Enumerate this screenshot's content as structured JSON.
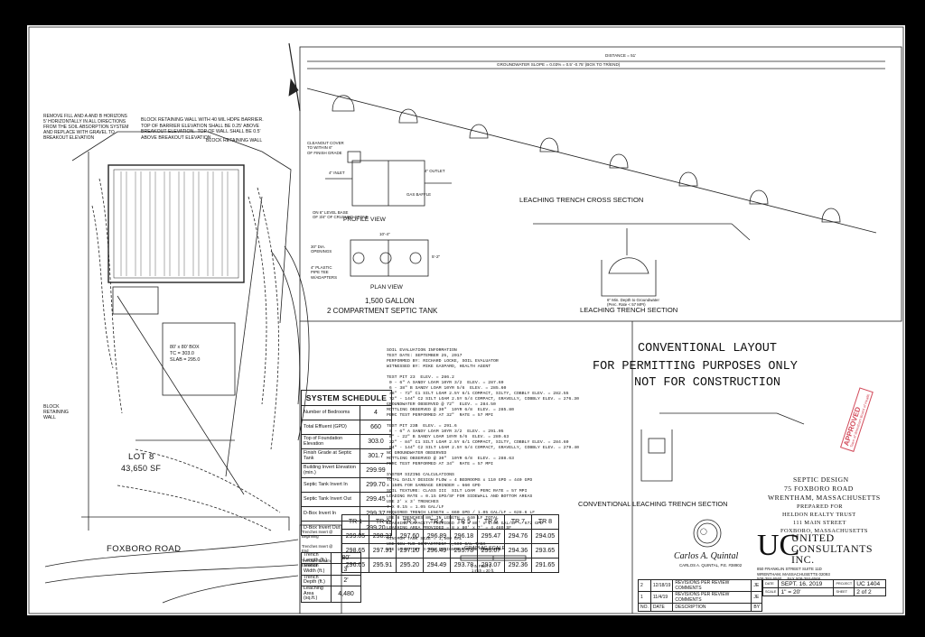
{
  "title": {
    "line1": "CONVENTIONAL LAYOUT",
    "line2": "FOR PERMITTING PURPOSES ONLY",
    "line3": "NOT FOR CONSTRUCTION"
  },
  "labels": {
    "leaching_cross_section": "LEACHING TRENCH CROSS SECTION",
    "leaching_section": "LEACHING TRENCH SECTION",
    "profile_view": "PROFILE VIEW",
    "plan_view": "PLAN VIEW",
    "tank_capacity": "1,500 GALLON",
    "tank_type": "2 COMPARTMENT SEPTIC TANK",
    "conv_leaching_section": "CONVENTIONAL LEACHING TRENCH SECTION",
    "graphic_scale": "GRAPHIC SCALE",
    "lot_name": "LOT 8",
    "lot_area": "43,650 SF",
    "road_name": "FOXBORO ROAD",
    "block_wall": "BLOCK RETAINING WALL",
    "block_wall_left": "BLOCK\nRETAINING\nWALL",
    "house_box": "80' x 80' BOX\nTC = 303.0\nSLAB = 295.0",
    "wall_note": "BLOCK RETAINING WALL WITH 40 MIL HDPE BARRIER.\nTOP OF BARRIER ELEVATION SHALL BE 0.25' ABOVE\nBREAKOUT ELEVATION.  TOP OF WALL SHALL BE 0.5'\nABOVE BREAKOUT ELEVATION.",
    "fill_note": "REMOVE FILL AND A AND B HORIZONS\n5' HORIZONTALLY IN ALL DIRECTIONS\nFROM THE SOIL ABSORPTION SYSTEM\nAND REPLACE WITH GRAVEL TO\nBREAKOUT ELEVATION",
    "cleanout": "CLEANOUT COVER\nTO WITHIN 6\"\nOF FINISH GRADE",
    "outlet": "4\" OUTLET",
    "inlet": "4\" INLET",
    "gas_baffle": "GAS BAFFLE",
    "stone": "ON 6\" LEVEL BASE\nOF 3/4\" OF CRUSHED STONE",
    "manhole": "30\" DIA.\nOPENINGS",
    "plastic_tee": "4\" PLASTIC\nPIPE TEE\nW/ADAPTERS",
    "dim_104": "10'-4\"",
    "dim_52": "5'-2\"",
    "leaching_note": "6\" Min. Depth to Groundwater\n(Perc. Rate < 57 MPI)",
    "gw_slope": "GROUNDWATER SLOPE = 0.03%  = 0.5' -0.75' (BOX TO TR/END)",
    "distance": "DISTANCE = 51'"
  },
  "soil_evaluation": "SOIL EVALUATION INFORMATION\nTEST DATE: SEPTEMBER 25, 2017\nPERFORMED BY: RICHARD LOCKE, SOIL EVALUATOR\nWITNESSED BY: MIKE GASPARD, HEALTH AGENT\n\nTEST PIT 23  ELEV. = 286.2\n 0 - 6\" A SANDY LOAM 10YR 3/2  ELEV. = 287.69\n 6 - 38\" B SANDY LOAM 10YR 5/6  ELEV. = 285.60\n 38\" - 72\" C1 SILT LOAM 2.5Y 6/1 COMPACT, SILTY, COBBLY ELEV. = 282.55\n 72\" - 144\" C2 SILT LOAM 2.5Y 5/4 COMPACT, GRAVELLY, COBBLY ELEV. = 276.30\nGROUNDWATER OBSERVED @ 72\"  ELEV. = 284.50\nMOTTLING OBSERVED @ 30\"  10YR 6/8  ELEV. = 285.80\nPERC TEST PERFORMED AT 32\"  RATE = 57 MPI\n\nTEST PIT 23B  ELEV. = 291.6\n 0 - 6\" A SANDY LOAM 10YR 3/2  ELEV. = 291.05\n 6\" - 22\" B SANDY LOAM 10YR 5/6  ELEV. = 289.63\n 22\" - 84\" C1 SILT LOAM 2.5Y 6/1 COMPACT, SILTY, COBBLY ELEV. = 284.60\n 84\" - 144\" C2 SILT LOAM 2.5Y 5/4 COMPACT, GRAVELLY, COBBLY ELEV. = 279.40\nNO GROUNDWATER OBSERVED\nMOTTLING OBSERVED @ 30\"  10YR 6/8  ELEV. = 288.63\nPERC TEST PERFORMED AT 34\"  RATE = 57 MPI\n\nSYSTEM SIZING CALCULATIONS\nTOTAL DAILY DESIGN FLOW = 4 BEDROOMS x 110 GPD = 440 GPD\nx 150% FOR GARBAGE GRINDER = 660 GPD\nSOIL TEXTURE: CLASS III  SILT LOAM  PERC RATE = 57 MPI\nLOADING RATE = 0.15 GPD/SF FOR SIDEWALL AND BOTTOM AREAS\nUSE 2' x 3' TRENCHES\n7 X 0.15 = 1.05 GAL/LF\nREQUIRED TRENCH LENGTH = 660 GPD / 1.05 GAL/LF = 628.6 LF\nUSE 8 TRENCHES 80' IN LENGTH = 640 LF TOTAL\nLEACHING CAPACITY PROVIDED = 8 x 80' x 1.05 GAL/LF = 672 GPD\nLEACHING AREA PROVIDED = 8 x 80' x 7' = 4,480 SF\n\nMINIMUM TANK SIZE = 1,500 GAL\nUSE NEW TWO-COMPARTMENT 1,500 GAL TANK\nUSE 10 OUTLET D-BOX DESIGNED FOR 10 LEACHING",
  "system_schedule": {
    "header": "SYSTEM SCHEDULE",
    "rows": [
      {
        "label": "Number of Bedrooms",
        "value": "4"
      },
      {
        "label": "Total Effluent (GPD)",
        "value": "660"
      },
      {
        "label": "Top of Foundation Elevation",
        "value": "303.0"
      },
      {
        "label": "Finish Grade at Septic Tank",
        "value": "301.7"
      },
      {
        "label": "Building Invert Elevation (min.)",
        "value": "299.99"
      },
      {
        "label": "Septic Tank Invert In",
        "value": "299.70"
      },
      {
        "label": "Septic Tank Invert Out",
        "value": "299.45"
      },
      {
        "label": "D-Box Invert In",
        "value": "299.37"
      },
      {
        "label": "D-Box Invert Out",
        "value": "299.20"
      }
    ],
    "lower": [
      {
        "label": "Trench Length (ft.)",
        "value": "80'"
      },
      {
        "label": "Trench Width (ft.)",
        "value": "3'"
      },
      {
        "label": "Trench Depth (ft.)",
        "value": "2'"
      },
      {
        "label": "Leaching Area (sq.ft.)",
        "value": "4,480"
      }
    ]
  },
  "trench_table": {
    "headers": [
      "TR 1",
      "TR 2",
      "TR 3",
      "TR 4",
      "TR 5",
      "TR 6",
      "TR 7",
      "TR 8"
    ],
    "rows": [
      {
        "label": "Trenches Invert @ Beginning",
        "values": [
          "299.05",
          "298.31",
          "297.60",
          "296.89",
          "296.18",
          "295.47",
          "294.76",
          "294.05"
        ]
      },
      {
        "label": "Trenches Invert @ End",
        "values": [
          "298.65",
          "297.91",
          "297.20",
          "296.49",
          "295.78",
          "295.07",
          "294.36",
          "293.65"
        ]
      },
      {
        "label": "Trenches Bottom Elevation",
        "values": [
          "296.65",
          "295.91",
          "295.20",
          "294.49",
          "293.78",
          "293.07",
          "292.36",
          "291.65"
        ]
      }
    ]
  },
  "septic_design": {
    "line1": "SEPTIC DESIGN",
    "line2": "75 FOXBORO ROAD",
    "line3": "WRENTHAM, MASSACHUSETTS",
    "line4": "PREPARED FOR",
    "line5": "HELDON REALTY TRUST",
    "line6": "111 MAIN STREET",
    "line7": "FOXBORO, MASSACHUSETTS"
  },
  "company": {
    "name1": "UNITED",
    "name2": "CONSULTANTS",
    "name3": "INC.",
    "address": "850 FRANKLIN STREET SUITE 11D\nWRENTHAM, MASSACHUSETTS 02093\n508-384-6560     FAX 508-384-6566",
    "signer": "CARLOS A. QUINTAL, P.E. #38902"
  },
  "title_block": {
    "date": "SEPT. 16, 2019",
    "scale": "1\" = 20'",
    "project": "UC 1404",
    "sheet": "2 of 2",
    "revisions": [
      {
        "no": "2",
        "date": "12/18/19",
        "desc": "REVISIONS PER REVIEW COMMENTS",
        "by": "JE"
      },
      {
        "no": "1",
        "date": "11/4/19",
        "desc": "REVISIONS PER REVIEW COMMENTS",
        "by": "JE"
      },
      {
        "no": "NO.",
        "date": "DATE",
        "desc": "DESCRIPTION",
        "by": "BY"
      }
    ],
    "date_label": "DATE",
    "scale_label": "SCALE",
    "project_label": "PROJECT",
    "sheet_label": "SHEET"
  },
  "stamp": {
    "line1": "APPROVED",
    "line2": "Town of Wrentham Board of Health"
  },
  "scale_bar": {
    "note": "( IN FEET )\n1 inch = 20 ft."
  },
  "colors": {
    "ink": "#111111",
    "stamp": "#d24a5a",
    "paper": "#ffffff"
  }
}
